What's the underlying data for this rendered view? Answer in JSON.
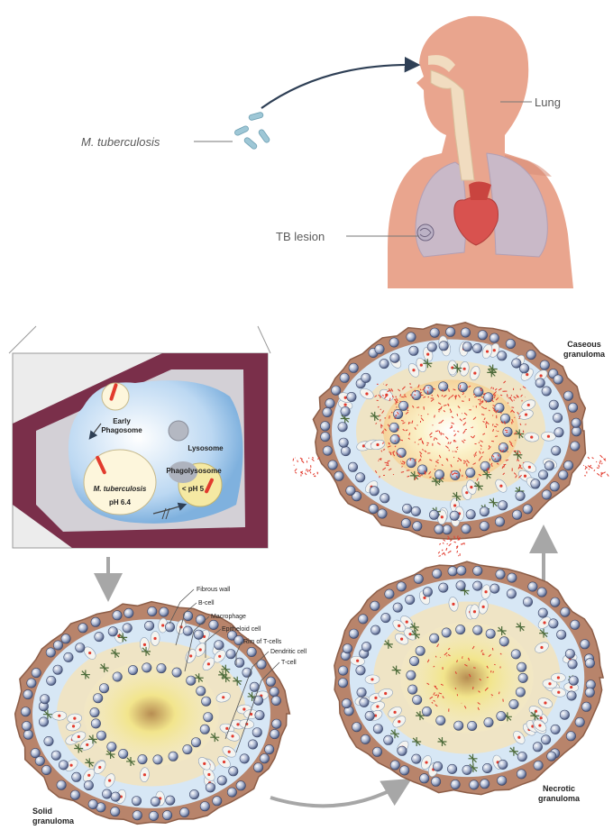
{
  "top": {
    "bacteria_label": "M. tuberculosis",
    "lung_label": "Lung",
    "lesion_label": "TB lesion"
  },
  "cell": {
    "early_phagosome": [
      "Early",
      "Phagosome"
    ],
    "lysosome": "Lysosome",
    "phagolysosome": "Phagolysosome",
    "mtb": "M. tuberculosis",
    "ph_early": "pH 6.4",
    "ph_late": "< pH 5"
  },
  "stages": {
    "solid": [
      "Solid",
      "granuloma"
    ],
    "necrotic": [
      "Necrotic",
      "granuloma"
    ],
    "caseous": [
      "Caseous",
      "granuloma"
    ]
  },
  "callouts": [
    "Fibrous wall",
    "B-cell",
    "Macrophage",
    "Epitheloid cell",
    "Rim of T-cells",
    "Dendritic cell",
    "T-cell"
  ],
  "colors": {
    "skin": "#e9a58e",
    "skin_dark": "#d98d78",
    "lung": "#c9b9c8",
    "heart": "#d8524f",
    "trachea": "#f1dcc0",
    "bacteria": "#9ec7d6",
    "granuloma_wall": "#b8846b",
    "cell_blue": "#d7e7f5",
    "macrophage_env": "#7a2f4a",
    "arrow_gray": "#a7a7a7",
    "bacilli_red": "#e23b2e"
  }
}
